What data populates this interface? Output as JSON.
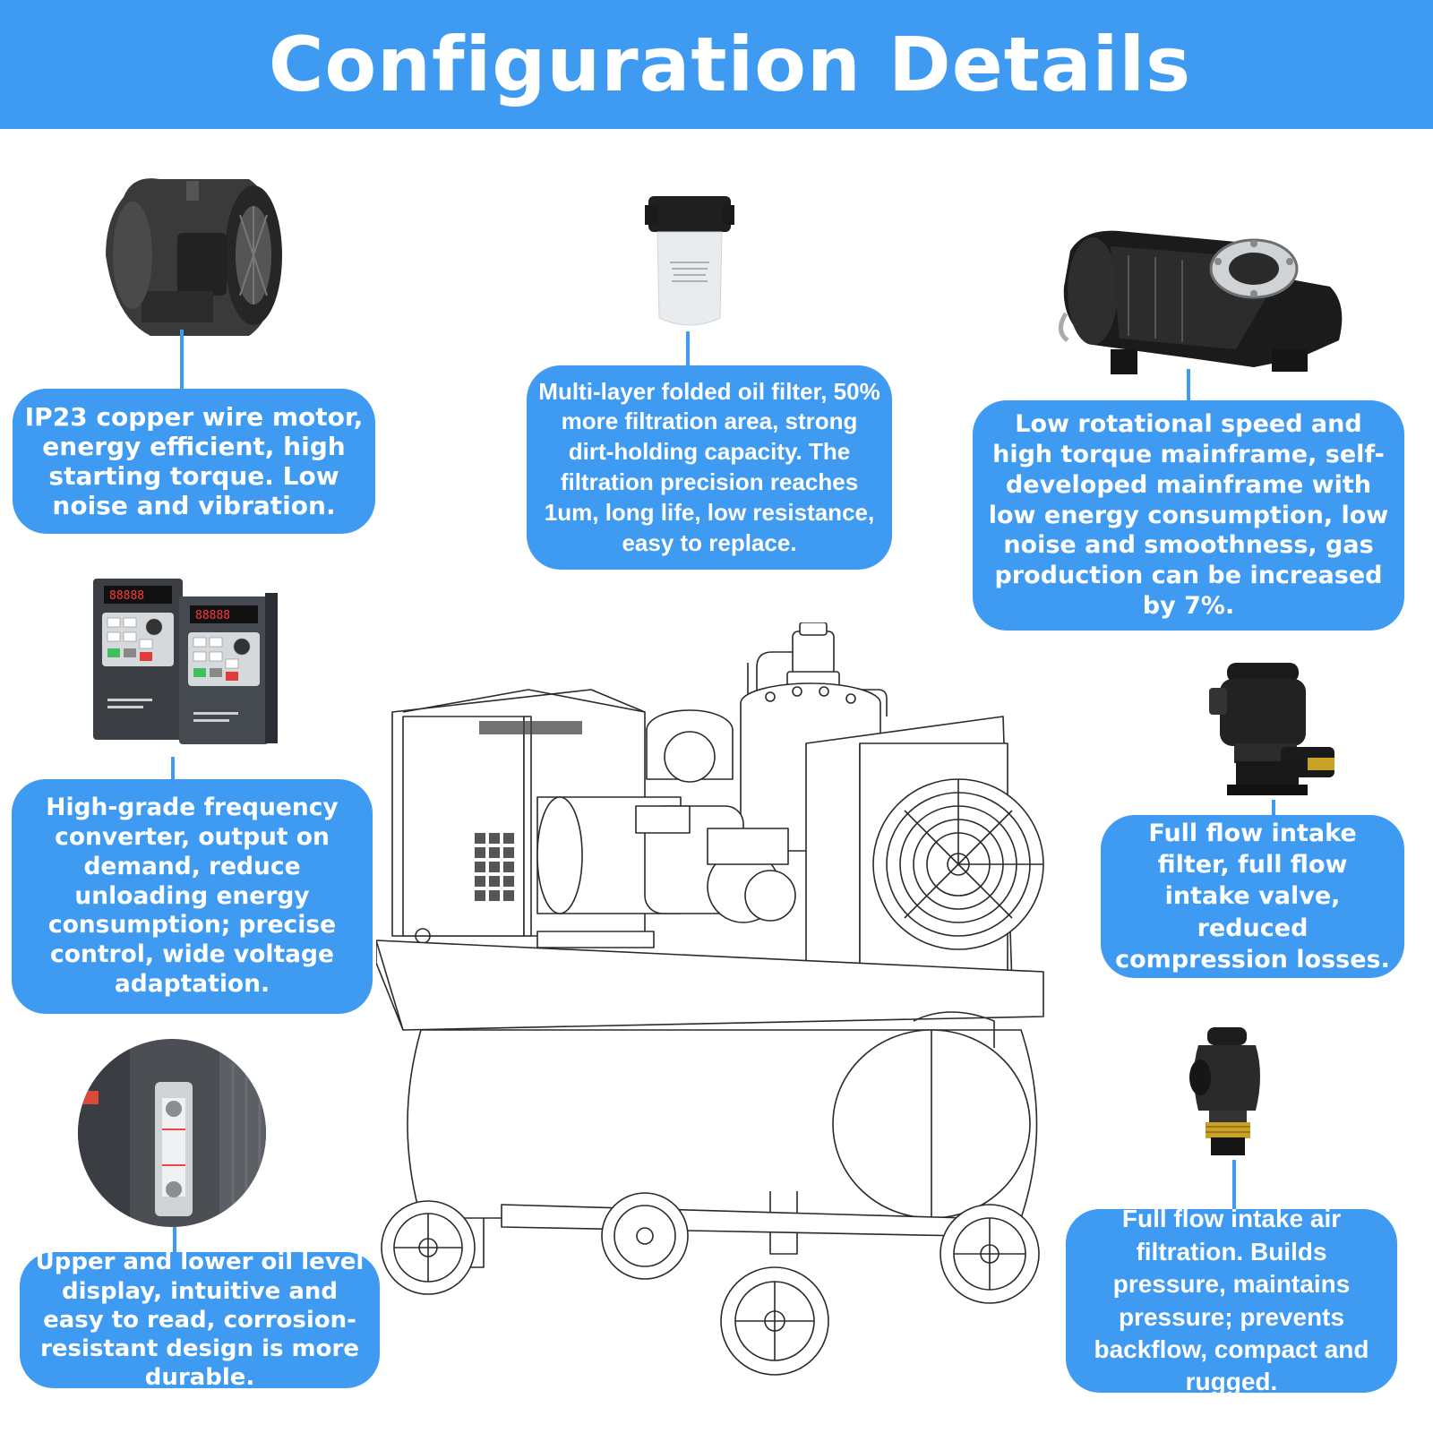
{
  "title": "Configuration Details",
  "accent_color": "#3f9af2",
  "features": [
    {
      "name": "motor",
      "icon": "copper-wire-motor-icon",
      "text": "IP23 copper wire motor, energy efficient, high starting torque. Low noise and vibration."
    },
    {
      "name": "oil-filter",
      "icon": "oil-filter-icon",
      "text": "Multi-layer folded oil filter, 50% more filtration area, strong dirt-holding capacity. The filtration precision reaches 1um, long life, low resistance, easy to replace."
    },
    {
      "name": "mainframe",
      "icon": "screw-airend-icon",
      "text": "Low rotational speed and high torque mainframe, self-developed mainframe with low energy consumption, low noise and smoothness, gas production can be increased by 7%."
    },
    {
      "name": "converter",
      "icon": "frequency-converter-icon",
      "text": "High-grade frequency converter, output on demand, reduce unloading energy consumption; precise control, wide voltage adaptation."
    },
    {
      "name": "intake-filter",
      "icon": "intake-valve-icon",
      "text": "Full flow intake filter, full flow intake valve, reduced compression losses."
    },
    {
      "name": "oil-level",
      "icon": "oil-level-gauge-icon",
      "text": "Upper and lower oil level display, intuitive and easy to read, corrosion-resistant design is more durable."
    },
    {
      "name": "check-valve",
      "icon": "check-valve-icon",
      "text": "Full flow intake air filtration. Builds pressure, maintains pressure; prevents backflow, compact and rugged."
    }
  ]
}
